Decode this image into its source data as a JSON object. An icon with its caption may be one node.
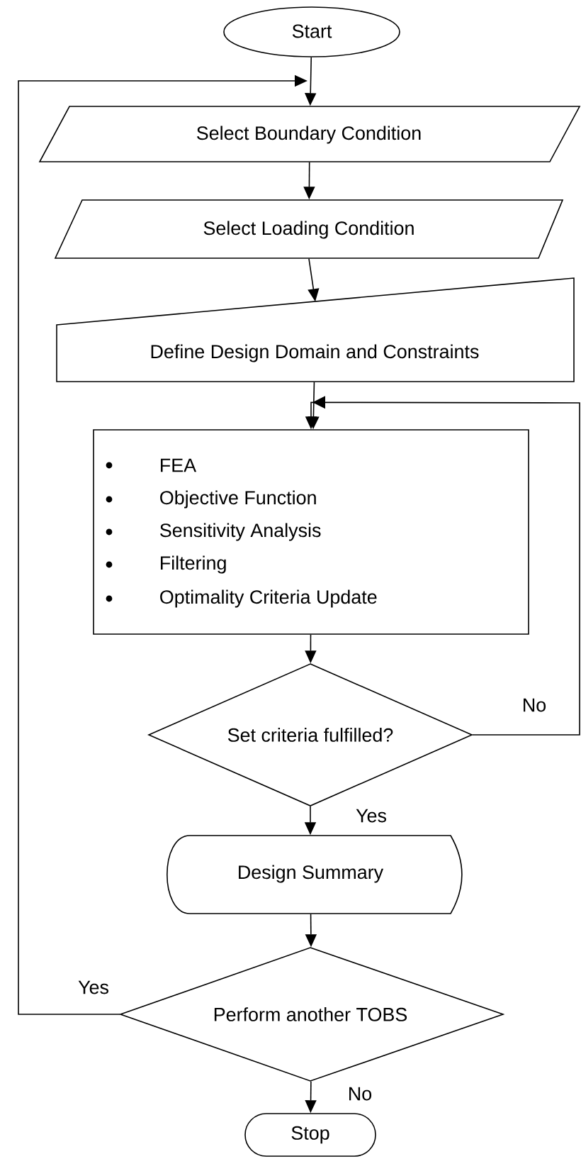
{
  "diagram": {
    "nodes": [
      {
        "text": [
          "Start"
        ]
      },
      {
        "text": [
          "Select Boundary Condition"
        ]
      },
      {
        "text": [
          "Select Loading Condition"
        ]
      },
      {
        "text": [
          "Define Design Domain and Constraints"
        ]
      },
      {
        "text": [
          "FEA",
          "Objective Function",
          "Sensitivity Analysis",
          "Filtering",
          "Optimality Criteria Update"
        ]
      },
      {
        "text": [
          "Set criteria fulfilled?"
        ]
      },
      {
        "text": [
          "Design Summary"
        ]
      },
      {
        "text": [
          "Perform another TOBS"
        ]
      },
      {
        "text": [
          "Stop"
        ]
      }
    ],
    "edges": [
      {
        "from": 0,
        "to": 1,
        "arrow": "to"
      },
      {
        "from": 1,
        "to": 2,
        "arrow": "to"
      },
      {
        "from": 2,
        "to": 3,
        "arrow": "to"
      },
      {
        "from": 3,
        "to": 4,
        "arrow": "to"
      },
      {
        "from": 4,
        "to": 5,
        "arrow": "to"
      },
      {
        "from": 5,
        "to": 6,
        "arrow": "to",
        "label": "Yes"
      },
      {
        "from": 5,
        "to": 4,
        "arrow": "to",
        "label": "No"
      },
      {
        "from": 6,
        "to": 7,
        "arrow": "to"
      },
      {
        "from": 7,
        "to": 8,
        "arrow": "to",
        "label": "No"
      },
      {
        "from": 7,
        "to": 1,
        "arrow": "to",
        "label": "Yes"
      }
    ]
  }
}
